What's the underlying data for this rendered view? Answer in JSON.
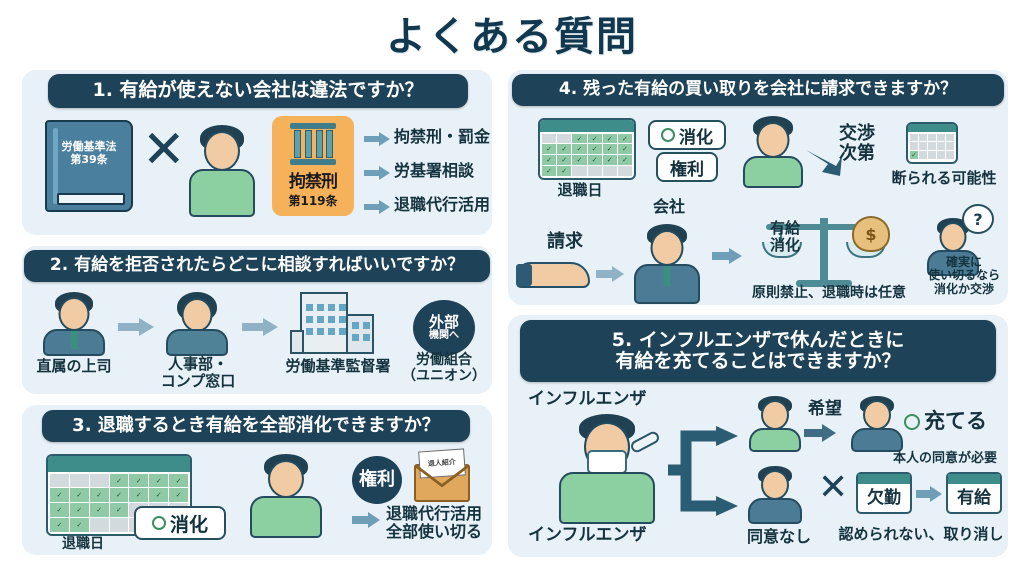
{
  "title": "よくある質問",
  "panels": [
    {
      "id": "q1",
      "heading": "1. 有給が使えない会社は違法ですか？",
      "book_label": "労働基準法\n第39条",
      "book_line1": "労働基準法",
      "book_line2": "第39条",
      "x_mark": "✕",
      "prison_title": "拘禁刑",
      "prison_sub": "第119条",
      "bullets": [
        "拘禁刑・罰金",
        "労基署相談",
        "退職代行活用"
      ]
    },
    {
      "id": "q2",
      "heading": "2. 有給を拒否されたらどこに相談すればいいですか？",
      "steps": [
        {
          "label_line1": "直属の上司",
          "label_line2": ""
        },
        {
          "label_line1": "人事部・",
          "label_line2": "コンプ窓口"
        },
        {
          "label_line1": "労働基準監督署",
          "label_line2": ""
        }
      ],
      "badge_line1": "外部",
      "badge_line2": "機関へ",
      "union_line1": "労働組合",
      "union_line2": "（ユニオン）"
    },
    {
      "id": "q3",
      "heading": "3. 退職するとき有給を全部消化できますか？",
      "calendar_caption": "退職日",
      "callout": "消化",
      "seal": "権利",
      "envelope_note": "退人紹介",
      "result_line1": "退職代行活用",
      "result_line2": "全部使い切る"
    },
    {
      "id": "q4",
      "heading": "4. 残った有給の買い取りを会社に請求できますか？",
      "calendar_caption": "退職日",
      "callout_top": "消化",
      "callout_bottom": "権利",
      "company_label": "会社",
      "request_label": "請求",
      "negotiate_line1": "交渉",
      "negotiate_line2": "次第",
      "refuse_note": "断られる可能性",
      "scale_left_line1": "有給",
      "scale_left_line2": "消化",
      "money_symbol": "$",
      "scale_caption": "原則禁止、退職時は任意",
      "question_mark": "?",
      "advice_line1": "確実に",
      "advice_line2": "使い切るなら",
      "advice_line3": "消化か交渉"
    },
    {
      "id": "q5",
      "heading_line1": "5. インフルエンザで休んだときに",
      "heading_line2": "有給を充てることはできますか？",
      "top_label": "インフルエンザ",
      "bottom_label": "インフルエンザ",
      "wish_label": "希望",
      "allow_label": "充てる",
      "no_consent_label": "同意なし",
      "consent_note": "本人の同意が必要",
      "card_absent": "欠勤",
      "card_paid": "有給",
      "x_mark": "✕",
      "deny_caption": "認められない、取り消し"
    }
  ],
  "colors": {
    "heading_bg": "#1e4258",
    "panel_bg": "#e7f1f7",
    "accent_orange": "#f5b25b",
    "accent_green": "#8fc9a6",
    "text_dark": "#12384f"
  }
}
